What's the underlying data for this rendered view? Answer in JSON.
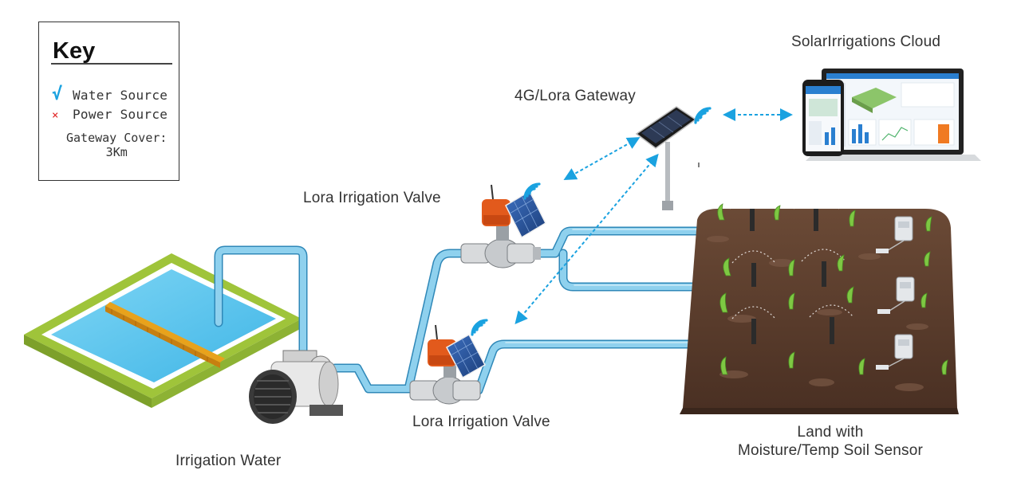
{
  "key": {
    "title": "Key",
    "items": [
      {
        "symbol": "√",
        "label": "Water Source",
        "color": "#1aa2e0"
      },
      {
        "symbol": "×",
        "label": "Power Source",
        "color": "#e02020"
      }
    ],
    "gateway_cover_line1": "Gateway Cover:",
    "gateway_cover_line2": "3Km"
  },
  "labels": {
    "cloud": "SolarIrrigations Cloud",
    "gateway": "4G/Lora Gateway",
    "valve_top": "Lora Irrigation Valve",
    "valve_bottom": "Lora Irrigation Valve",
    "irrigation_water": "Irrigation Water",
    "land_line1": "Land with",
    "land_line2": "Moisture/Temp Soil Sensor"
  },
  "colors": {
    "pipe": "#8fd1ee",
    "pipe_edge": "#2f88b8",
    "signal": "#1aa2e0",
    "soil": "#5a3c2c",
    "valve": "#e25a1c",
    "solar": "#2f5fa8"
  }
}
